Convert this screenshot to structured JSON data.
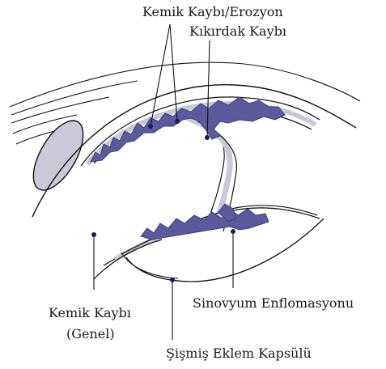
{
  "labels": {
    "bone_erosion": "Kemik Kaybı/Erozyon",
    "cartilage_loss": "Kıkırdak Kaybı",
    "bone_loss_general_line1": "Kemik Kaybı",
    "bone_loss_general_line2": "(Genel)",
    "synovial_inflammation": "Sinovyum Enflomasyonu",
    "swollen_capsule": "Şişmiş Eklem Kapsülü"
  },
  "colors": {
    "line": "#111111",
    "bone_fill": "#ffffff",
    "cartilage_fill": "#c8c8d8",
    "synovium_fill": "#5a5a9c",
    "synovium_stroke": "#3e3e7a",
    "soft_tissue_fill": "#c9c9d9",
    "marker": "#1a1a5a"
  }
}
